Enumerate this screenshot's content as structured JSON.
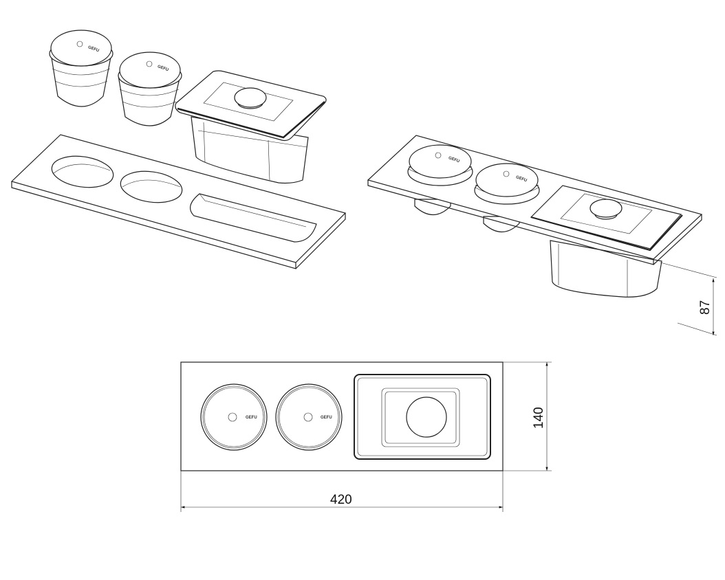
{
  "drawing": {
    "dimensions": {
      "height": "87",
      "depth": "140",
      "width": "420"
    },
    "brand_logo": "GEFU",
    "line_color": "#222222",
    "background": "#ffffff"
  }
}
